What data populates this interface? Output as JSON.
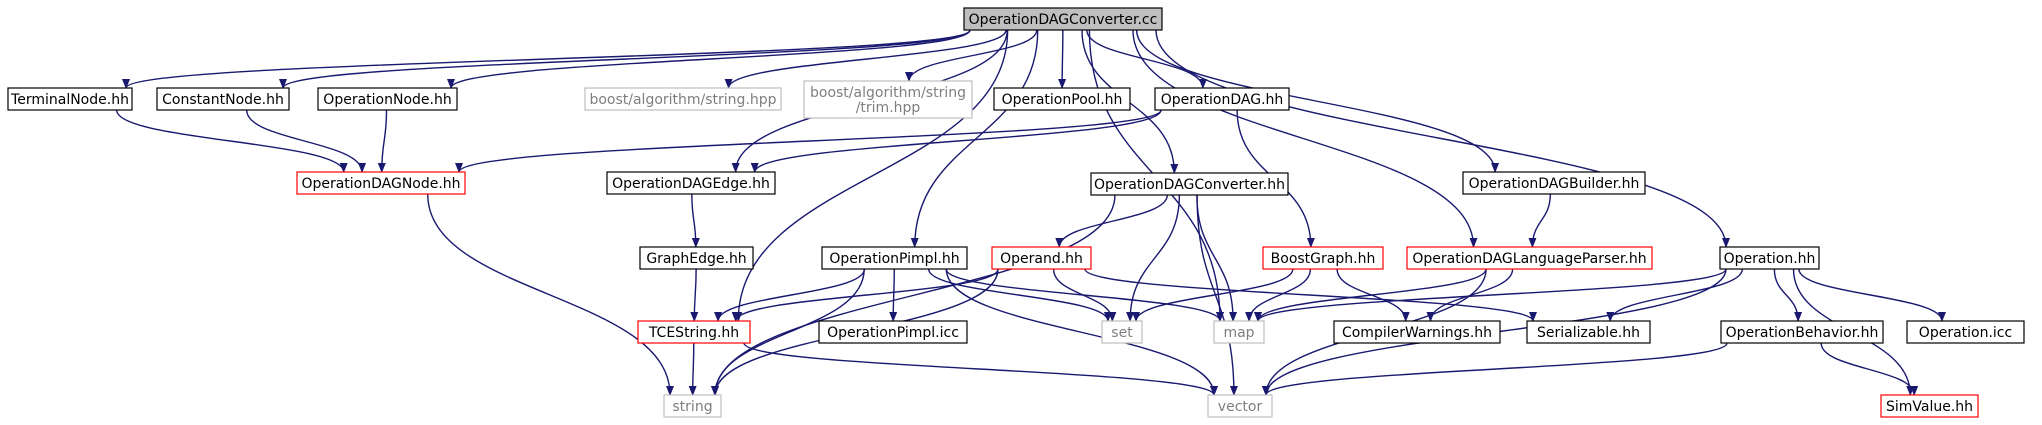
{
  "palette": {
    "edge": "#191970",
    "border_plain": "#000000",
    "border_red": "#ff0000",
    "border_grey": "#bfbfbf",
    "fill_root": "#bfbfbf",
    "fill": "#ffffff",
    "text": "#000000",
    "text_grey": "#7f7f7f"
  },
  "nodes": [
    {
      "id": "root",
      "lines": [
        "OperationDAGConverter.cc"
      ],
      "style": "root"
    },
    {
      "id": "terminalnode",
      "lines": [
        "TerminalNode.hh"
      ],
      "style": "plain"
    },
    {
      "id": "constantnode",
      "lines": [
        "ConstantNode.hh"
      ],
      "style": "plain"
    },
    {
      "id": "operationnode",
      "lines": [
        "OperationNode.hh"
      ],
      "style": "plain"
    },
    {
      "id": "boost-string",
      "lines": [
        "boost/algorithm/string.hpp"
      ],
      "style": "grey"
    },
    {
      "id": "boost-trim",
      "lines": [
        "boost/algorithm/string",
        "/trim.hpp"
      ],
      "style": "grey"
    },
    {
      "id": "operationpool",
      "lines": [
        "OperationPool.hh"
      ],
      "style": "plain"
    },
    {
      "id": "operationdag",
      "lines": [
        "OperationDAG.hh"
      ],
      "style": "plain"
    },
    {
      "id": "operationdagnode",
      "lines": [
        "OperationDAGNode.hh"
      ],
      "style": "red"
    },
    {
      "id": "operationdagedge",
      "lines": [
        "OperationDAGEdge.hh"
      ],
      "style": "plain"
    },
    {
      "id": "operationdagconverter-hh",
      "lines": [
        "OperationDAGConverter.hh"
      ],
      "style": "plain"
    },
    {
      "id": "operationdagbuilder",
      "lines": [
        "OperationDAGBuilder.hh"
      ],
      "style": "plain"
    },
    {
      "id": "graphedge",
      "lines": [
        "GraphEdge.hh"
      ],
      "style": "plain"
    },
    {
      "id": "operationpimpl-hh",
      "lines": [
        "OperationPimpl.hh"
      ],
      "style": "plain"
    },
    {
      "id": "operand",
      "lines": [
        "Operand.hh"
      ],
      "style": "red"
    },
    {
      "id": "boostgraph",
      "lines": [
        "BoostGraph.hh"
      ],
      "style": "red"
    },
    {
      "id": "operationdaglanguageparser",
      "lines": [
        "OperationDAGLanguageParser.hh"
      ],
      "style": "red"
    },
    {
      "id": "operation-hh",
      "lines": [
        "Operation.hh"
      ],
      "style": "plain"
    },
    {
      "id": "tcestring",
      "lines": [
        "TCEString.hh"
      ],
      "style": "red"
    },
    {
      "id": "operationpimpl-icc",
      "lines": [
        "OperationPimpl.icc"
      ],
      "style": "plain"
    },
    {
      "id": "set",
      "lines": [
        "set"
      ],
      "style": "grey"
    },
    {
      "id": "map",
      "lines": [
        "map"
      ],
      "style": "grey"
    },
    {
      "id": "compilerwarnings",
      "lines": [
        "CompilerWarnings.hh"
      ],
      "style": "plain"
    },
    {
      "id": "serializable",
      "lines": [
        "Serializable.hh"
      ],
      "style": "plain"
    },
    {
      "id": "operationbehavior",
      "lines": [
        "OperationBehavior.hh"
      ],
      "style": "plain"
    },
    {
      "id": "operation-icc",
      "lines": [
        "Operation.icc"
      ],
      "style": "plain"
    },
    {
      "id": "string",
      "lines": [
        "string"
      ],
      "style": "grey"
    },
    {
      "id": "vector",
      "lines": [
        "vector"
      ],
      "style": "grey"
    },
    {
      "id": "simvalue",
      "lines": [
        "SimValue.hh"
      ],
      "style": "red"
    }
  ],
  "edges": [
    [
      "root",
      "terminalnode"
    ],
    [
      "root",
      "constantnode"
    ],
    [
      "root",
      "operationnode"
    ],
    [
      "root",
      "boost-string"
    ],
    [
      "root",
      "boost-trim"
    ],
    [
      "root",
      "operationpool"
    ],
    [
      "root",
      "operationdag"
    ],
    [
      "root",
      "operationdagedge"
    ],
    [
      "root",
      "tcestring"
    ],
    [
      "root",
      "operationpimpl-hh"
    ],
    [
      "root",
      "operationdagconverter-hh"
    ],
    [
      "root",
      "operationdaglanguageparser"
    ],
    [
      "root",
      "operationdagbuilder"
    ],
    [
      "root",
      "map"
    ],
    [
      "root",
      "operation-hh"
    ],
    [
      "terminalnode",
      "operationdagnode"
    ],
    [
      "constantnode",
      "operationdagnode"
    ],
    [
      "operationnode",
      "operationdagnode"
    ],
    [
      "operationdag",
      "operationdagnode"
    ],
    [
      "operationdag",
      "operationdagedge"
    ],
    [
      "operationdag",
      "boostgraph"
    ],
    [
      "operationdagnode",
      "string"
    ],
    [
      "operationdagedge",
      "graphedge"
    ],
    [
      "graphedge",
      "tcestring"
    ],
    [
      "operationdagconverter-hh",
      "string"
    ],
    [
      "operationdagconverter-hh",
      "operand"
    ],
    [
      "operationdagconverter-hh",
      "set"
    ],
    [
      "operationdagconverter-hh",
      "map"
    ],
    [
      "operationdagconverter-hh",
      "vector"
    ],
    [
      "operationdagbuilder",
      "operationdaglanguageparser"
    ],
    [
      "operationpimpl-hh",
      "tcestring"
    ],
    [
      "operationpimpl-hh",
      "operationpimpl-icc"
    ],
    [
      "operationpimpl-hh",
      "string"
    ],
    [
      "operationpimpl-hh",
      "set"
    ],
    [
      "operationpimpl-hh",
      "map"
    ],
    [
      "operationpimpl-hh",
      "vector"
    ],
    [
      "operand",
      "tcestring"
    ],
    [
      "operand",
      "set"
    ],
    [
      "operand",
      "serializable"
    ],
    [
      "operand",
      "string"
    ],
    [
      "boostgraph",
      "set"
    ],
    [
      "boostgraph",
      "map"
    ],
    [
      "boostgraph",
      "compilerwarnings"
    ],
    [
      "operationdaglanguageparser",
      "map"
    ],
    [
      "operationdaglanguageparser",
      "compilerwarnings"
    ],
    [
      "operationdaglanguageparser",
      "vector"
    ],
    [
      "operation-hh",
      "map"
    ],
    [
      "operation-hh",
      "serializable"
    ],
    [
      "operation-hh",
      "operationbehavior"
    ],
    [
      "operation-hh",
      "operation-icc"
    ],
    [
      "operation-hh",
      "vector"
    ],
    [
      "operation-hh",
      "simvalue"
    ],
    [
      "tcestring",
      "string"
    ],
    [
      "tcestring",
      "vector"
    ],
    [
      "operationbehavior",
      "vector"
    ],
    [
      "operationbehavior",
      "simvalue"
    ]
  ]
}
